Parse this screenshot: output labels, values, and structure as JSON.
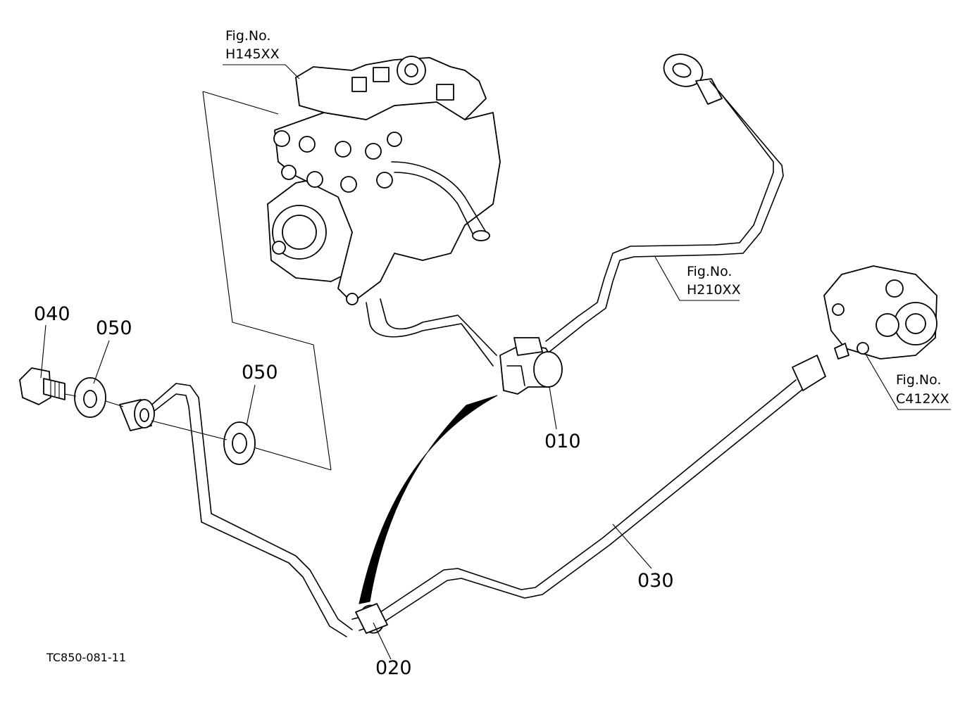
{
  "figure_refs": [
    {
      "label": "Fig.No.",
      "code": "H145XX"
    },
    {
      "label": "Fig.No.",
      "code": "H210XX"
    },
    {
      "label": "Fig.No.",
      "code": "C412XX"
    }
  ],
  "part_numbers": {
    "p010": "010",
    "p020": "020",
    "p030": "030",
    "p040": "040",
    "p050a": "050",
    "p050b": "050"
  },
  "drawing_code": "TC850-081-11"
}
